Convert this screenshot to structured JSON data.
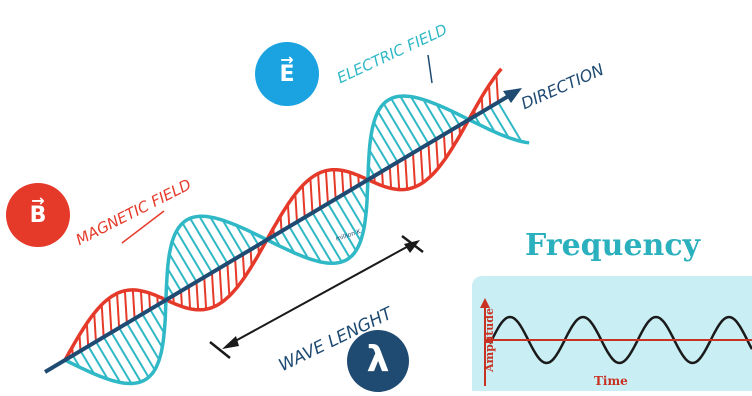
{
  "labels": {
    "electric_field": "ELECTRIC FIELD",
    "magnetic_field": "MAGNETIC FIELD",
    "direction": "DIRECTION",
    "wave_length": "WAVE LENGHT",
    "small_caption": "million K"
  },
  "badges": {
    "electric": "E",
    "magnetic": "B",
    "lambda": "λ"
  },
  "frequency": {
    "title": "Frequency",
    "y_label": "Amplitude",
    "x_label": "Time"
  },
  "colors": {
    "electric": "#2fb8c6",
    "magnetic": "#e53a2a",
    "axis": "#1f4b73",
    "panel": "#c9eef4",
    "frequency_text": "#c83223"
  },
  "icons": {
    "badge_arrow": "rightwards-arrow"
  }
}
